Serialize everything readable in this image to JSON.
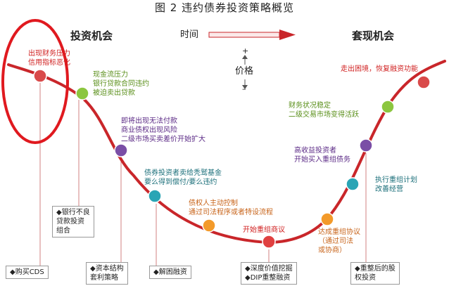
{
  "title": "图 2  违约债券投资策略概览",
  "headings": {
    "invest": "投资机会",
    "cashout": "套现机会",
    "time": "时间",
    "plus": "+",
    "price": "价格",
    "minus": "–"
  },
  "stages": [
    {
      "lines": [
        "出现财务压力",
        "信用指标恶化"
      ],
      "color": "#d02020"
    },
    {
      "lines": [
        "现金流压力",
        "银行贷款合同违约",
        "被迫卖出贷款"
      ],
      "color": "#5a8f1a"
    },
    {
      "lines": [
        "即将出现无法付款",
        "商业债权出现风险",
        "二级市场买卖差价开始扩大"
      ],
      "color": "#5b2a86"
    },
    {
      "lines": [
        "债券投资者卖给秃鹫基金",
        "要么得到偿付/要么违约"
      ],
      "color": "#1b6f7a"
    },
    {
      "lines": [
        "债权人主动控制",
        "通过司法程序或者特设流程"
      ],
      "color": "#c8641a"
    },
    {
      "lines": [
        "开始重组商议"
      ],
      "color": "#d02020"
    },
    {
      "lines": [
        "达成重组协议",
        "（通过司法",
        "或协商）"
      ],
      "color": "#c8641a"
    },
    {
      "lines": [
        "执行重组计划",
        "改善经营"
      ],
      "color": "#1b6f7a"
    },
    {
      "lines": [
        "高收益投资者",
        "开始买入重组债务"
      ],
      "color": "#5b2a86"
    },
    {
      "lines": [
        "财务状况稳定",
        "二级交易市场变得活跃"
      ],
      "color": "#5a8f1a"
    },
    {
      "lines": [
        "走出困境，恢复融资功能"
      ],
      "color": "#d02020"
    }
  ],
  "strategies": [
    {
      "lines": [
        "◆购买CDS"
      ]
    },
    {
      "lines": [
        "◆银行不良",
        "贷款投资",
        "组合"
      ]
    },
    {
      "lines": [
        "◆资本结构",
        "套利策略"
      ]
    },
    {
      "lines": [
        "◆解困融资"
      ]
    },
    {
      "lines": [
        "◆深度价值挖掘",
        "◆DIP重整融资"
      ]
    },
    {
      "lines": [
        "◆重整后的股",
        "权投资"
      ]
    }
  ],
  "colors": {
    "curve": "#c9262a",
    "highlight_ring": "#e0191f",
    "arrow": "#c9262a",
    "connector": "#d08080"
  }
}
